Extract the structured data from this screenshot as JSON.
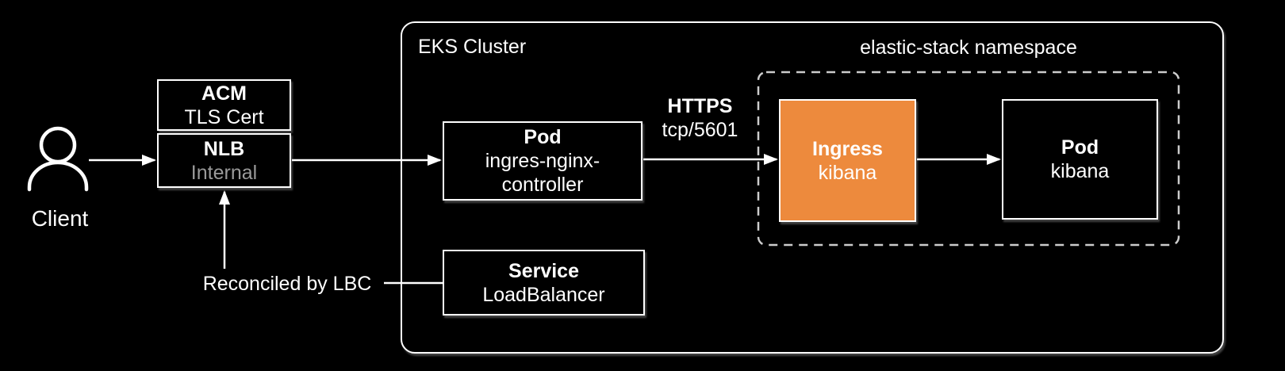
{
  "diagram": {
    "background": "#000000",
    "colors": {
      "accent_orange": "#ED8A3D",
      "muted_text": "#9A9A9A",
      "dashed_border": "#CCCCCC",
      "line_and_border": "#FFFFFF"
    },
    "client": {
      "label": "Client"
    },
    "acm": {
      "title": "ACM",
      "subtitle": "TLS Cert"
    },
    "nlb": {
      "title": "NLB",
      "subtitle": "Internal"
    },
    "eks": {
      "label": "EKS Cluster"
    },
    "ingress_controller_pod": {
      "title": "Pod",
      "name_line1": "ingres-nginx-",
      "name_line2": "controller"
    },
    "service": {
      "title": "Service",
      "subtitle": "LoadBalancer"
    },
    "https_edge": {
      "protocol": "HTTPS",
      "port": "tcp/5601"
    },
    "namespace": {
      "label": "elastic-stack namespace"
    },
    "kibana_ingress": {
      "title": "Ingress",
      "subtitle": "kibana"
    },
    "kibana_pod": {
      "title": "Pod",
      "subtitle": "kibana"
    },
    "reconciled": {
      "label": "Reconciled by LBC"
    }
  }
}
